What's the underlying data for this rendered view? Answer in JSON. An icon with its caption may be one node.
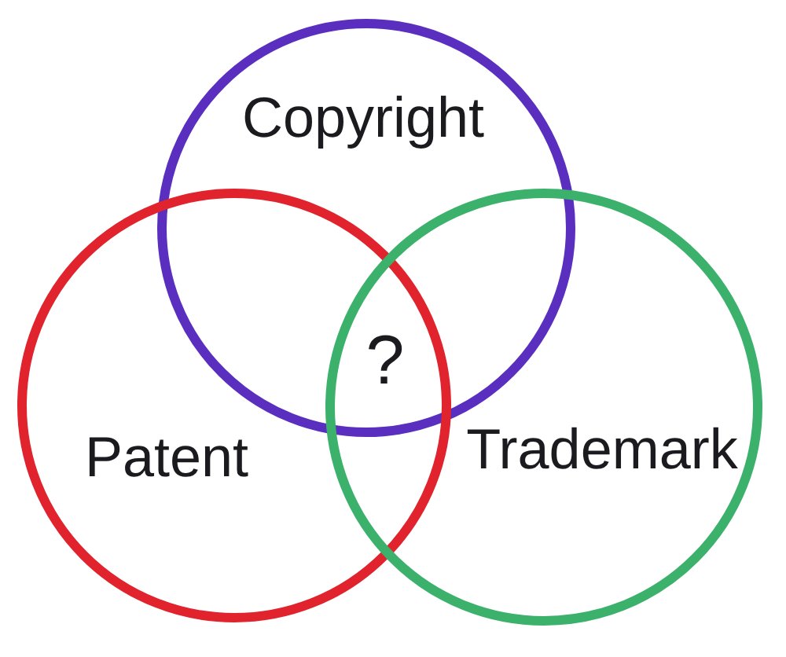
{
  "diagram": {
    "nodes": [
      {
        "text": [
          "Copyright"
        ]
      },
      {
        "text": [
          "Patent"
        ]
      },
      {
        "text": [
          "Trademark"
        ]
      }
    ],
    "edges": [],
    "labels": [
      "?"
    ]
  }
}
